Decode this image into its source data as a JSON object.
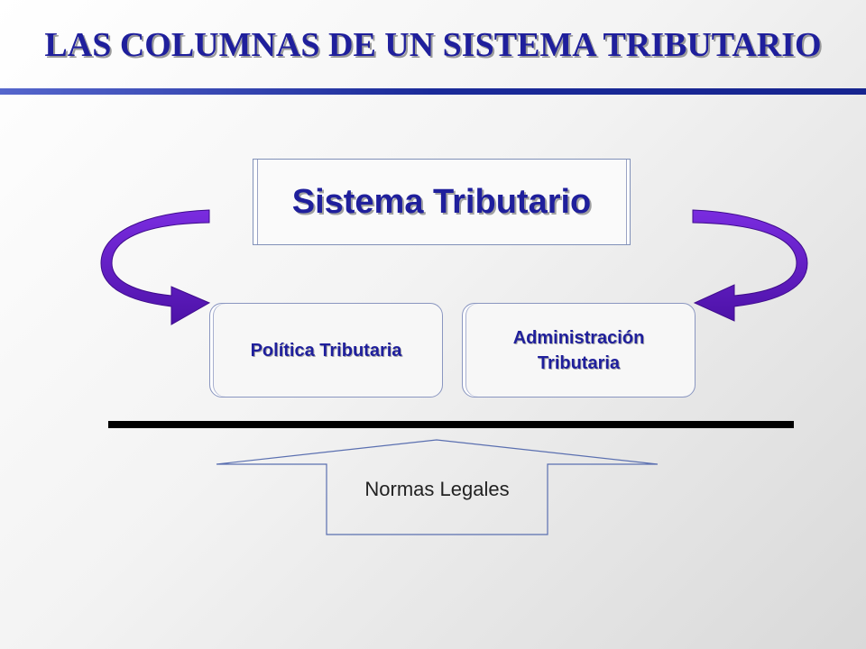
{
  "slide": {
    "title": "LAS COLUMNAS DE UN SISTEMA TRIBUTARIO"
  },
  "diagram": {
    "main_node": "Sistema Tributario",
    "pillars": [
      {
        "label": "Política Tributaria"
      },
      {
        "label": "Administración",
        "label_line2": "Tributaria"
      }
    ],
    "base": "Normas Legales"
  },
  "colors": {
    "title": "#1f1f9c",
    "rule": "#1a2a99",
    "arrow": "#6a1fd0",
    "arrow_dark": "#4a0fa0",
    "bar": "#000000"
  },
  "icons": {
    "left_arrow": "curved-arrow-left-icon",
    "right_arrow": "curved-arrow-right-icon",
    "up_arrow": "up-arrow-icon"
  }
}
